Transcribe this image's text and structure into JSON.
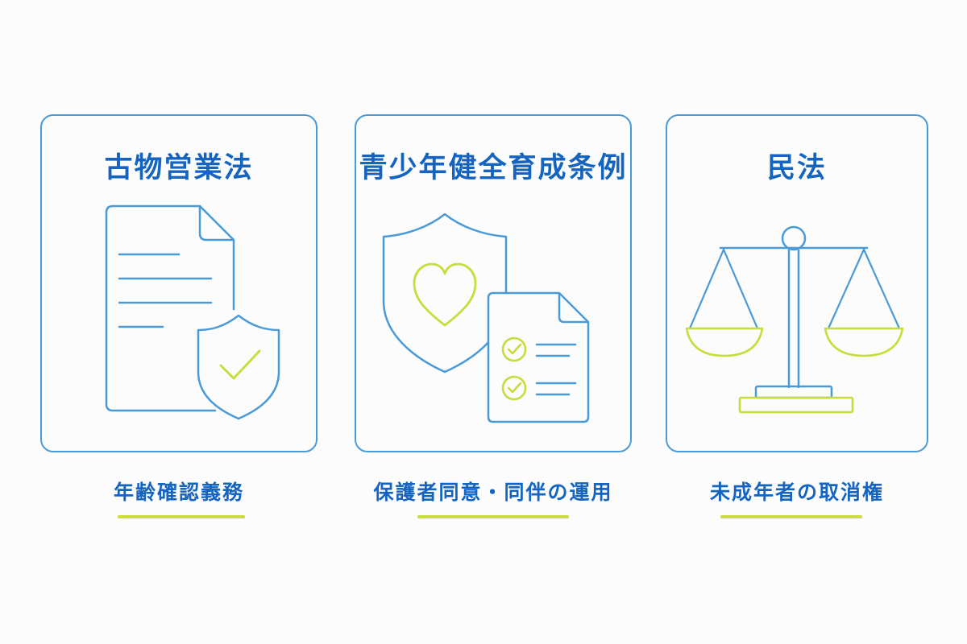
{
  "colors": {
    "primary_blue": "#1565c0",
    "stroke_blue": "#4a9ad8",
    "accent_lime": "#c8dc3c",
    "background": "#fcfcfd"
  },
  "panels": [
    {
      "title": "古物営業法",
      "icon": "document-shield-check-icon",
      "caption": "年齢確認義務"
    },
    {
      "title": "青少年健全育成条例",
      "icon": "shield-heart-checklist-icon",
      "caption": "保護者同意・同伴の運用"
    },
    {
      "title": "民法",
      "icon": "balance-scale-icon",
      "caption": "未成年者の取消権"
    }
  ]
}
